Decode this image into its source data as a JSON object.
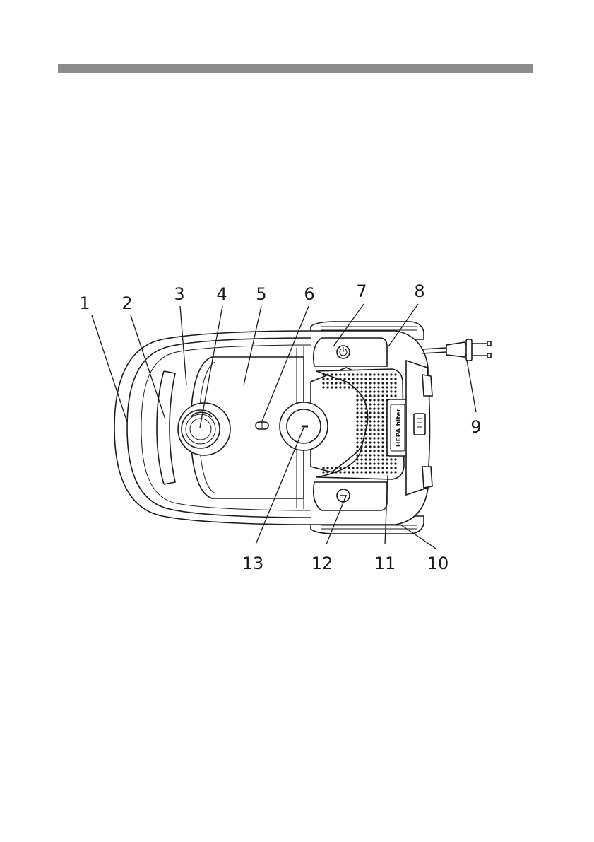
{
  "header": {
    "bar_color": "#8c8c8c"
  },
  "diagram": {
    "callouts": [
      "1",
      "2",
      "3",
      "4",
      "5",
      "6",
      "7",
      "8",
      "9",
      "10",
      "11",
      "12",
      "13"
    ],
    "filter_label": "HEPA filter"
  }
}
